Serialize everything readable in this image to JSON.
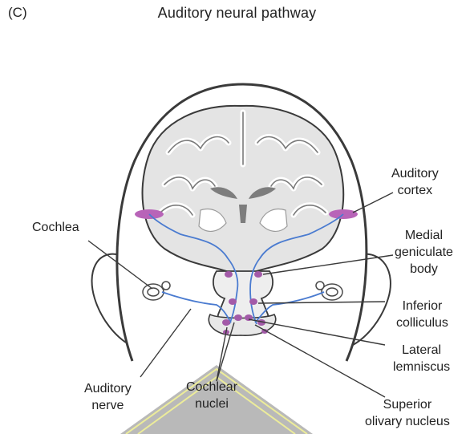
{
  "figure": {
    "panel_letter": "(C)",
    "title": "Auditory neural pathway"
  },
  "labels": {
    "cochlea": "Cochlea",
    "auditory_cortex": [
      "Auditory",
      "cortex"
    ],
    "medial_geniculate_body": [
      "Medial",
      "geniculate",
      "body"
    ],
    "inferior_colliculus": [
      "Inferior",
      "colliculus"
    ],
    "lateral_lemniscus": [
      "Lateral",
      "lemniscus"
    ],
    "superior_olivary_nucleus": [
      "Superior",
      "olivary nucleus"
    ],
    "cochlear_nuclei": [
      "Cochlear",
      "nuclei"
    ],
    "auditory_nerve": [
      "Auditory",
      "nerve"
    ]
  },
  "colors": {
    "pathway": "#4a7bd0",
    "nucleus": "#a35aa8",
    "cortex_highlight": "#b864b8",
    "brain_fill": "#e4e4e4",
    "outline": "#3a3a3a"
  }
}
